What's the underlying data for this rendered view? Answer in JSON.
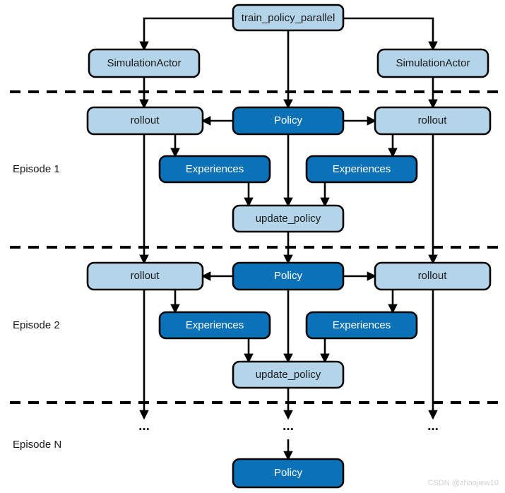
{
  "diagram": {
    "title": "train_policy_parallel",
    "colors": {
      "light_blue": "#b3d4e9",
      "dark_blue": "#0c72b8",
      "stroke": "#000000",
      "text_on_light": "#1a1a1a",
      "text_on_dark": "#ffffff",
      "watermark": "#d2d2d2",
      "background": "#ffffff"
    },
    "nodes": {
      "train_policy_parallel": "train_policy_parallel",
      "simulation_actor_left": "SimulationActor",
      "simulation_actor_right": "SimulationActor",
      "ep1_rollout_left": "rollout",
      "ep1_policy": "Policy",
      "ep1_rollout_right": "rollout",
      "ep1_experiences_left": "Experiences",
      "ep1_experiences_right": "Experiences",
      "ep1_update_policy": "update_policy",
      "ep2_rollout_left": "rollout",
      "ep2_policy": "Policy",
      "ep2_rollout_right": "rollout",
      "ep2_experiences_left": "Experiences",
      "ep2_experiences_right": "Experiences",
      "ep2_update_policy": "update_policy",
      "final_policy": "Policy"
    },
    "episodes": [
      {
        "label": "Episode 1"
      },
      {
        "label": "Episode 2"
      },
      {
        "label": "Episode N"
      }
    ],
    "ellipses": {
      "left": "...",
      "center": "...",
      "right": "..."
    },
    "watermark": "CSDN @zhaojiew10"
  }
}
